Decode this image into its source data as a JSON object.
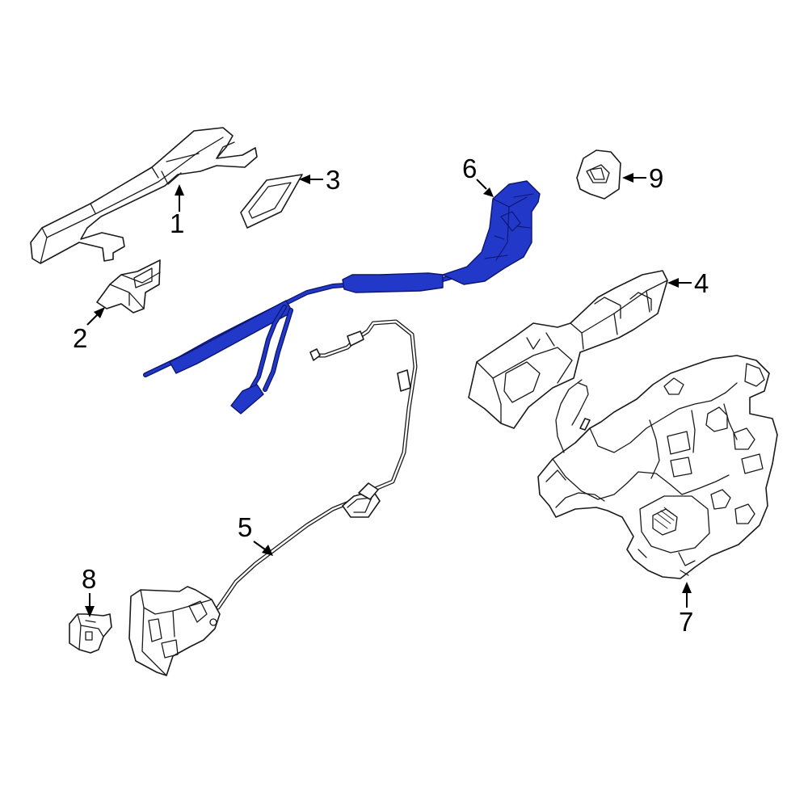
{
  "diagram": {
    "highlight_color": "#2238c8",
    "highlighted_callout": "6",
    "callouts": [
      {
        "id": "1",
        "label": "1"
      },
      {
        "id": "2",
        "label": "2"
      },
      {
        "id": "3",
        "label": "3"
      },
      {
        "id": "4",
        "label": "4"
      },
      {
        "id": "5",
        "label": "5"
      },
      {
        "id": "6",
        "label": "6"
      },
      {
        "id": "7",
        "label": "7"
      },
      {
        "id": "8",
        "label": "8"
      },
      {
        "id": "9",
        "label": "9"
      }
    ]
  }
}
